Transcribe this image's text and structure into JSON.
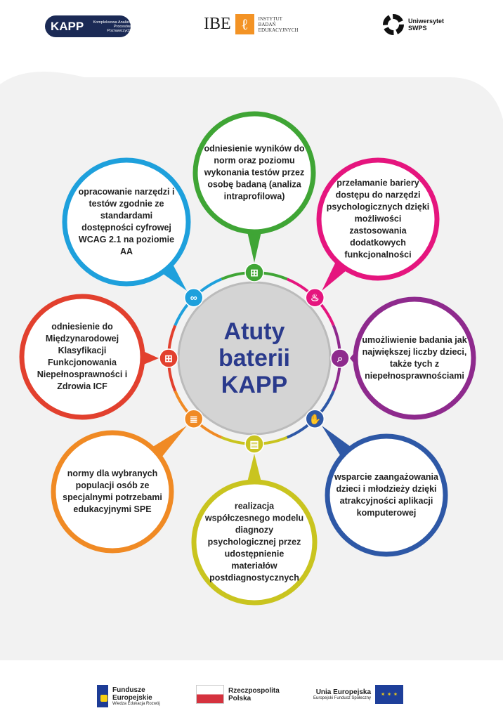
{
  "header": {
    "kapp_logo": {
      "name": "KAPP",
      "subtitle": "Kompleksowa Analiza Procesów Poznawczych"
    },
    "ibe_logo": {
      "name": "IBE",
      "subtitle": "INSTYTUT BADAŃ EDUKACYJNYCH"
    },
    "swps_logo": {
      "name": "Uniwersytet SWPS"
    }
  },
  "center": {
    "line1": "Atuty",
    "line2": "baterii",
    "line3": "KAPP"
  },
  "bubbles": [
    {
      "text": "odniesienie wyników do norm oraz poziomu wykonania testów przez osobę badaną (analiza intraprofilowa)",
      "color": "#3fa535",
      "icon": "hierarchy-icon"
    },
    {
      "text": "przełamanie bariery dostępu do narzędzi psychologicznych dzięki możliwości zastosowania dodatkowych funkcjonalności",
      "color": "#e5157e",
      "icon": "heater-icon"
    },
    {
      "text": "umożliwienie badania jak największej liczby dzieci, także tych z niepełnosprawnościami",
      "color": "#8e2a8d",
      "icon": "magnifier-icon"
    },
    {
      "text": "wsparcie zaangażowania dzieci i młodzieży dzięki atrakcyjności aplikacji komputerowej",
      "color": "#2e58a6",
      "icon": "hands-icon"
    },
    {
      "text": "realizacja współczesnego modelu diagnozy psychologicznej przez udostępnienie materiałów postdiagnostycznych",
      "color": "#c9c41f",
      "icon": "notepad-icon"
    },
    {
      "text": "normy dla wybranych populacji osób ze specjalnymi potrzebami edukacyjnymi SPE",
      "color": "#f08a24",
      "icon": "document-icon"
    },
    {
      "text": "odniesienie do Międzynarodowej Klasyfikacji Funkcjonowania Niepełnosprawności i Zdrowia ICF",
      "color": "#e2402e",
      "icon": "hierarchy-icon"
    },
    {
      "text": "opracowanie narzędzi i testów zgodnie ze standardami dostępności cyfrowej WCAG 2.1 na poziomie AA",
      "color": "#1ea0dc",
      "icon": "glasses-icon"
    }
  ],
  "footer": {
    "fe": {
      "line1": "Fundusze",
      "line2": "Europejskie",
      "line3": "Wiedza Edukacja Rozwój"
    },
    "rp": {
      "line1": "Rzeczpospolita",
      "line2": "Polska"
    },
    "ue": {
      "line1": "Unia Europejska",
      "line2": "Europejski Fundusz Społeczny"
    }
  }
}
